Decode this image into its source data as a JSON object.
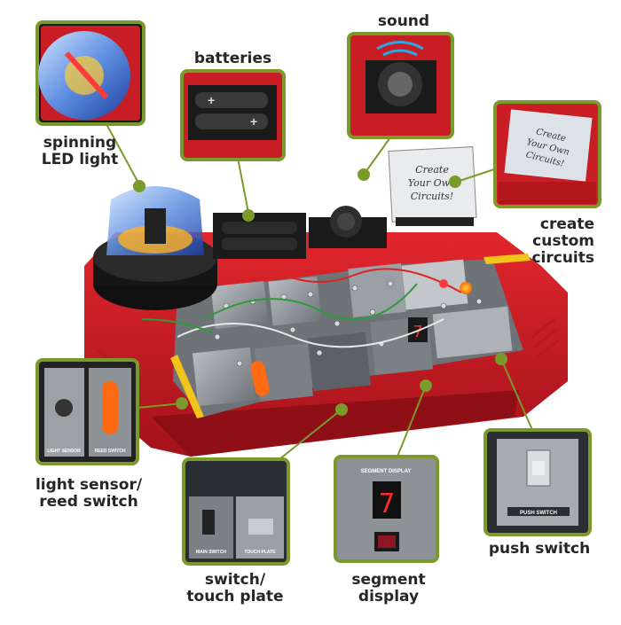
{
  "labels": {
    "sound": "sound",
    "batteries": "batteries",
    "spinning_led": [
      "spinning",
      "LED light"
    ],
    "create_custom": [
      "create",
      "custom",
      "circuits"
    ],
    "light_sensor": [
      "light sensor/",
      "reed switch"
    ],
    "switch_touch": [
      "switch/",
      "touch plate"
    ],
    "segment_display": [
      "segment",
      "display"
    ],
    "push_switch": "push switch"
  },
  "board_text": {
    "light_sensor": "LIGHT SENSOR",
    "reed_switch": "REED SWITCH",
    "main_switch": "MAIN SWITCH",
    "touch_plate": "TOUCH PLATE",
    "segment_display": "SEGMENT DISPLAY",
    "push_switch": "PUSH SWITCH",
    "digit": "7",
    "card_text": [
      "Create",
      "Your Own",
      "Circuits!"
    ],
    "card_zoom_text": [
      "Create",
      "Your Own",
      "Circuits!"
    ]
  },
  "colors": {
    "callout_border": "#7a9a2c",
    "board_red": "#d41f27",
    "board_dark_red": "#8e0f16",
    "panel_gray": "#8f9499",
    "led_orange": "#ff5a10"
  }
}
